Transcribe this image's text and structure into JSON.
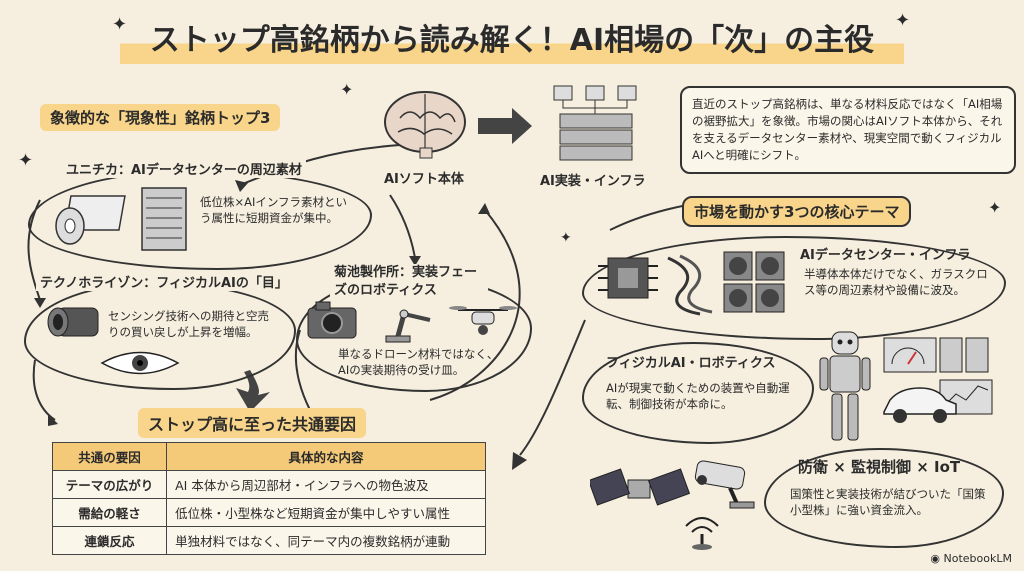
{
  "title": "ストップ高銘柄から読み解く！AI相場の「次」の主役",
  "top3": {
    "heading": "象徴的な「現象性」銘柄トップ3",
    "unitika": {
      "label": "ユニチカ：AIデータセンターの周辺素材",
      "text": "低位株×AIインフラ素材という属性に短期資金が集中。"
    },
    "techno": {
      "label": "テクノホライゾン：フィジカルAIの「目」",
      "text": "センシング技術への期待と空売りの買い戻しが上昇を増幅。"
    },
    "kikuchi": {
      "label": "菊池製作所：実装フェーズのロボティクス",
      "text": "単なるドローン材料ではなく、AIの実装期待の受け皿。"
    }
  },
  "flow": {
    "soft": "AIソフト本体",
    "infra": "AI実装・インフラ"
  },
  "intro": "直近のストップ高銘柄は、単なる材料反応ではなく「AI相場の裾野拡大」を象徴。市場の関心はAIソフト本体から、それを支えるデータセンター素材や、現実空間で動くフィジカルAIへと明確にシフト。",
  "themes": {
    "heading": "市場を動かす3つの核心テーマ",
    "dc": {
      "label": "AIデータセンター・インフラ",
      "text": "半導体本体だけでなく、ガラスクロス等の周辺素材や設備に波及。"
    },
    "physical": {
      "label": "フィジカルAI・ロボティクス",
      "text": "AIが現実で動くための装置や自動運転、制御技術が本命に。"
    },
    "defense": {
      "label": "防衛 × 監視制御 × IoT",
      "text": "国策性と実装技術が結びついた「国策小型株」に強い資金流入。"
    }
  },
  "factors": {
    "heading": "ストップ高に至った共通要因",
    "col1": "共通の要因",
    "col2": "具体的な内容",
    "rows": [
      {
        "k": "テーマの広がり",
        "v": "AI 本体から周辺部材・インフラへの物色波及"
      },
      {
        "k": "需給の軽さ",
        "v": "低位株・小型株など短期資金が集中しやすい属性"
      },
      {
        "k": "連鎖反応",
        "v": "単独材料ではなく、同テーマ内の複数銘柄が連動"
      }
    ]
  },
  "brand": "NotebookLM"
}
